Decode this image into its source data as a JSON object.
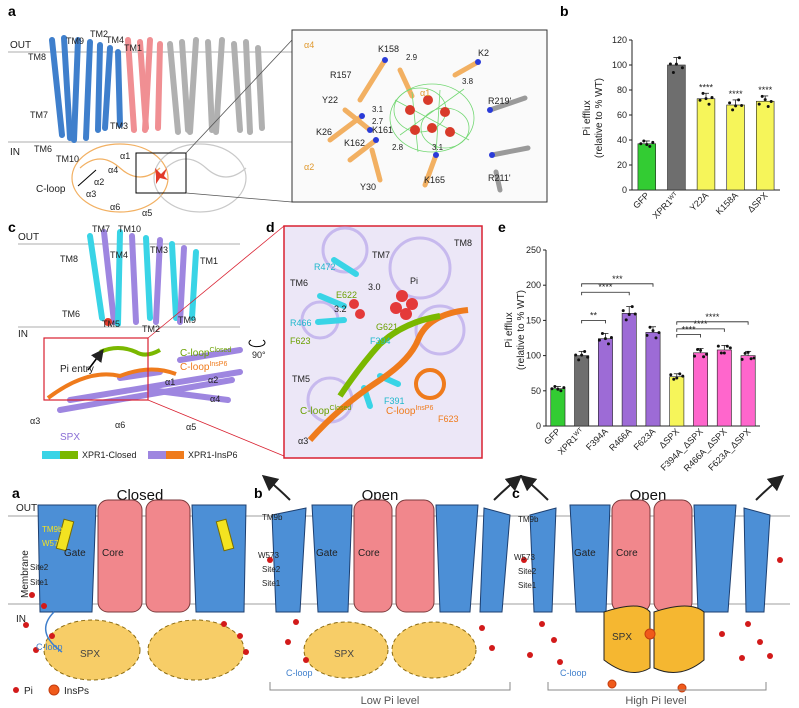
{
  "colors": {
    "blue": "#3f7fcc",
    "red": "#f08f93",
    "grey": "#a8a8a8",
    "orange": "#f2b062",
    "cyan": "#39d4e6",
    "purple": "#9e86e0",
    "green": "#7ab800",
    "deeporange": "#ef7b1c",
    "core": "#f1878c",
    "gate": "#4c8fd6",
    "spx": "#f5b731",
    "pi": "#d21a1a",
    "bar_green": "#33cc33",
    "bar_grey": "#6e6e6e",
    "bar_yellow": "#f6f55a",
    "bar_purple": "#9d6bd6",
    "bar_pink": "#ff66cc"
  },
  "panel_a": {
    "letter": "a",
    "out": "OUT",
    "in": "IN",
    "tm": [
      "TM1",
      "TM2",
      "TM3",
      "TM4",
      "TM6",
      "TM7",
      "TM8",
      "TM9",
      "TM10"
    ],
    "helix": [
      "α1",
      "α2",
      "α3",
      "α4",
      "α5",
      "α6"
    ],
    "cloop": "C-loop",
    "inset_res": [
      "K158",
      "K2",
      "R157",
      "Y22",
      "K26",
      "K161",
      "K162",
      "Y30",
      "K165",
      "R219'",
      "R211'",
      "α4",
      "α2",
      "α1"
    ],
    "inset_dist": [
      "2.9",
      "3.8",
      "3.1",
      "2.7",
      "2.8",
      "3.1"
    ]
  },
  "panel_b": {
    "letter": "b",
    "ylabel_1": "Pi efflux",
    "ylabel_2": "(relative to % WT)",
    "yticks": [
      "0",
      "20",
      "40",
      "60",
      "80",
      "100",
      "120"
    ],
    "categories": [
      {
        "name": "GFP",
        "sup": ""
      },
      {
        "name": "XPR1",
        "sup": "WT"
      },
      {
        "name": "Y22A",
        "sup": ""
      },
      {
        "name": "K158A",
        "sup": ""
      },
      {
        "name": "ΔSPX",
        "sup": ""
      }
    ],
    "stars": [
      "",
      "",
      "****",
      "****",
      "****"
    ]
  },
  "panel_c": {
    "letter": "c",
    "out": "OUT",
    "in": "IN",
    "tm": [
      "TM7",
      "TM10",
      "TM8",
      "TM4",
      "TM3",
      "TM1",
      "TM6",
      "TM5",
      "TM2",
      "TM9"
    ],
    "helix": [
      "α1",
      "α2",
      "α3",
      "α4",
      "α5",
      "α6"
    ],
    "pi_entry": "Pi entry",
    "cloop_closed": "C-loop",
    "cloop_closed_sup": "Closed",
    "cloop_insp6": "C-loop",
    "cloop_insp6_sup": "InsP6",
    "spx": "SPX",
    "legend_closed": "XPR1-Closed",
    "legend_insp6": "XPR1-InsP6",
    "rotation": "90°"
  },
  "panel_d": {
    "letter": "d",
    "labels": [
      "TM7",
      "TM8",
      "TM6",
      "R472",
      "E622",
      "Pi",
      "3.0",
      "R466",
      "F623",
      "3.2",
      "G621",
      "F394",
      "TM5",
      "F391",
      "α3",
      "F623"
    ],
    "cloop_closed": "C-loop",
    "cloop_closed_sup": "Closed",
    "cloop_insp6": "C-loop",
    "cloop_insp6_sup": "InsP6"
  },
  "panel_e": {
    "letter": "e",
    "ylabel_1": "Pi efflux",
    "ylabel_2": "(relative to % WT)",
    "yticks": [
      "0",
      "50",
      "100",
      "150",
      "200",
      "250"
    ],
    "categories": [
      {
        "name": "GFP",
        "sup": ""
      },
      {
        "name": "XPR1",
        "sup": "WT"
      },
      {
        "name": "F394A",
        "sup": ""
      },
      {
        "name": "R466A",
        "sup": ""
      },
      {
        "name": "F623A",
        "sup": ""
      },
      {
        "name": "ΔSPX",
        "sup": ""
      },
      {
        "name": "F394A_ΔSPX",
        "sup": ""
      },
      {
        "name": "R466A_ΔSPX",
        "sup": ""
      },
      {
        "name": "F623A_ΔSPX",
        "sup": ""
      }
    ],
    "sig": [
      "**",
      "****",
      "***",
      "****",
      "****",
      "****"
    ]
  },
  "schematic": {
    "letters": [
      "a",
      "b",
      "c"
    ],
    "titles": [
      "Closed",
      "Open",
      "Open"
    ],
    "out": "OUT",
    "membrane": "Membrane",
    "in": "IN",
    "gate": "Gate",
    "core": "Core",
    "spx": "SPX",
    "tm9b": "TM9b",
    "w573": "W573",
    "site2": "Site2",
    "site1": "Site1",
    "cloop": "C-loop",
    "legend_pi": "Pi",
    "legend_insps": "InsPs",
    "low": "Low Pi level",
    "high": "High Pi level"
  },
  "chart_data": [
    {
      "type": "bar",
      "title": "",
      "categories": [
        "GFP",
        "XPR1WT",
        "Y22A",
        "K158A",
        "ΔSPX"
      ],
      "values": [
        37,
        100,
        73,
        68,
        71
      ],
      "ylabel": "Pi efflux (relative to % WT)",
      "ylim": [
        0,
        120
      ],
      "colors": [
        "#33cc33",
        "#6e6e6e",
        "#f6f55a",
        "#f6f55a",
        "#f6f55a"
      ]
    },
    {
      "type": "bar",
      "title": "",
      "categories": [
        "GFP",
        "XPR1WT",
        "F394A",
        "R466A",
        "F623A",
        "ΔSPX",
        "F394A_ΔSPX",
        "R466A_ΔSPX",
        "F623A_ΔSPX"
      ],
      "values": [
        53,
        100,
        124,
        160,
        133,
        70,
        104,
        108,
        100
      ],
      "ylabel": "Pi efflux (relative to % WT)",
      "ylim": [
        0,
        250
      ],
      "colors": [
        "#33cc33",
        "#6e6e6e",
        "#9d6bd6",
        "#9d6bd6",
        "#9d6bd6",
        "#f6f55a",
        "#ff66cc",
        "#ff66cc",
        "#ff66cc"
      ]
    }
  ]
}
